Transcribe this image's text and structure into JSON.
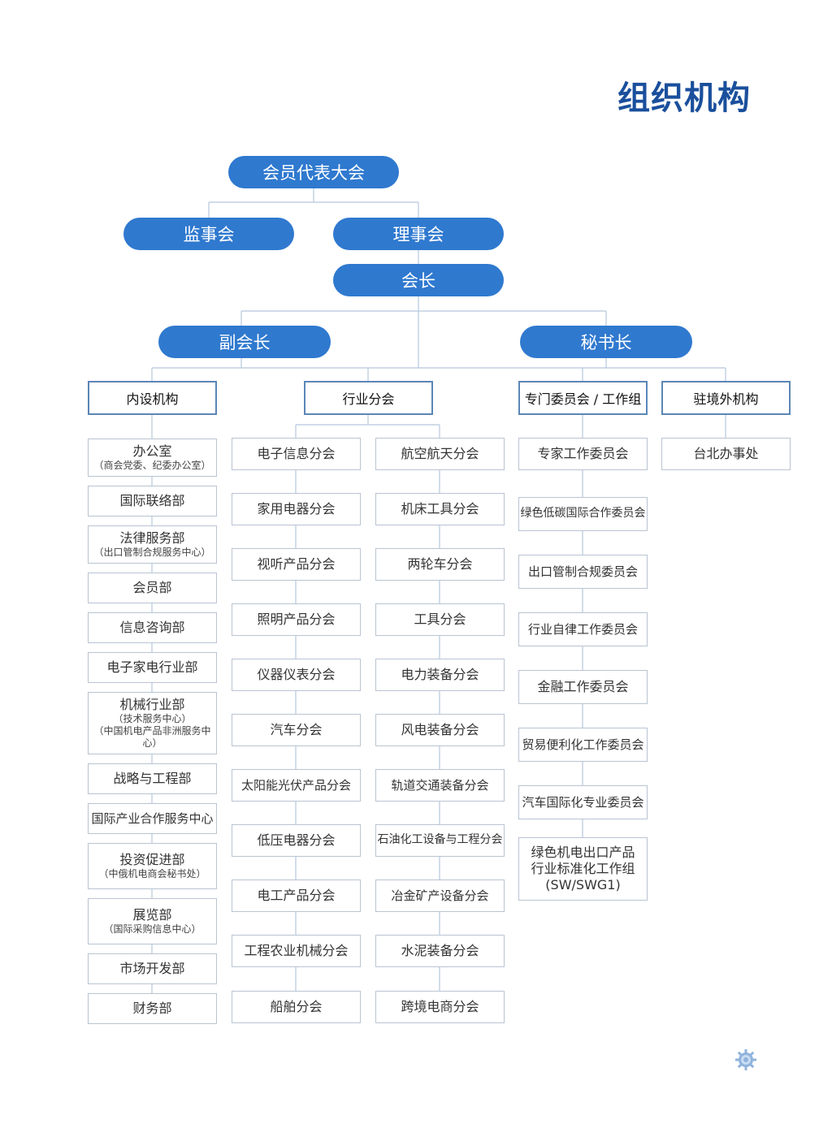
{
  "title": "组织机构",
  "top": {
    "assembly": "会员代表大会",
    "supervisors": "监事会",
    "council": "理事会",
    "president": "会长",
    "vice_president": "副会长",
    "secretary_general": "秘书长"
  },
  "categories": {
    "internal": "内设机构",
    "industry": "行业分会",
    "committees": "专门委员会 / 工作组",
    "overseas": "驻境外机构"
  },
  "internal": [
    {
      "main": "办公室",
      "sub": [
        "（商会党委、纪委办公室）"
      ]
    },
    {
      "main": "国际联络部",
      "sub": []
    },
    {
      "main": "法律服务部",
      "sub": [
        "（出口管制合规服务中心）"
      ]
    },
    {
      "main": "会员部",
      "sub": []
    },
    {
      "main": "信息咨询部",
      "sub": []
    },
    {
      "main": "电子家电行业部",
      "sub": []
    },
    {
      "main": "机械行业部",
      "sub": [
        "（技术服务中心）",
        "（中国机电产品非洲服务中心）"
      ]
    },
    {
      "main": "战略与工程部",
      "sub": []
    },
    {
      "main": "国际产业合作服务中心",
      "sub": []
    },
    {
      "main": "投资促进部",
      "sub": [
        "（中俄机电商会秘书处）"
      ]
    },
    {
      "main": "展览部",
      "sub": [
        "（国际采购信息中心）"
      ]
    },
    {
      "main": "市场开发部",
      "sub": []
    },
    {
      "main": "财务部",
      "sub": []
    }
  ],
  "industry_left": [
    "电子信息分会",
    "家用电器分会",
    "视听产品分会",
    "照明产品分会",
    "仪器仪表分会",
    "汽车分会",
    "太阳能光伏产品分会",
    "低压电器分会",
    "电工产品分会",
    "工程农业机械分会",
    "船舶分会"
  ],
  "industry_right": [
    "航空航天分会",
    "机床工具分会",
    "两轮车分会",
    "工具分会",
    "电力装备分会",
    "风电装备分会",
    "轨道交通装备分会",
    "石油化工设备与工程分会",
    "冶金矿产设备分会",
    "水泥装备分会",
    "跨境电商分会"
  ],
  "committees": [
    {
      "lines": [
        "专家工作委员会"
      ]
    },
    {
      "lines": [
        "绿色低碳国际合作委员会"
      ]
    },
    {
      "lines": [
        "出口管制合规委员会"
      ]
    },
    {
      "lines": [
        "行业自律工作委员会"
      ]
    },
    {
      "lines": [
        "金融工作委员会"
      ]
    },
    {
      "lines": [
        "贸易便利化工作委员会"
      ]
    },
    {
      "lines": [
        "汽车国际化专业委员会"
      ]
    },
    {
      "lines": [
        "绿色机电出口产品",
        "行业标准化工作组",
        "(SW/SWG1)"
      ]
    }
  ],
  "overseas": [
    "台北办事处"
  ],
  "colors": {
    "accent": "#2f79cf",
    "title": "#1a4f9c",
    "line": "#b5c7dd"
  },
  "icons": {
    "footer": "gear-icon"
  }
}
